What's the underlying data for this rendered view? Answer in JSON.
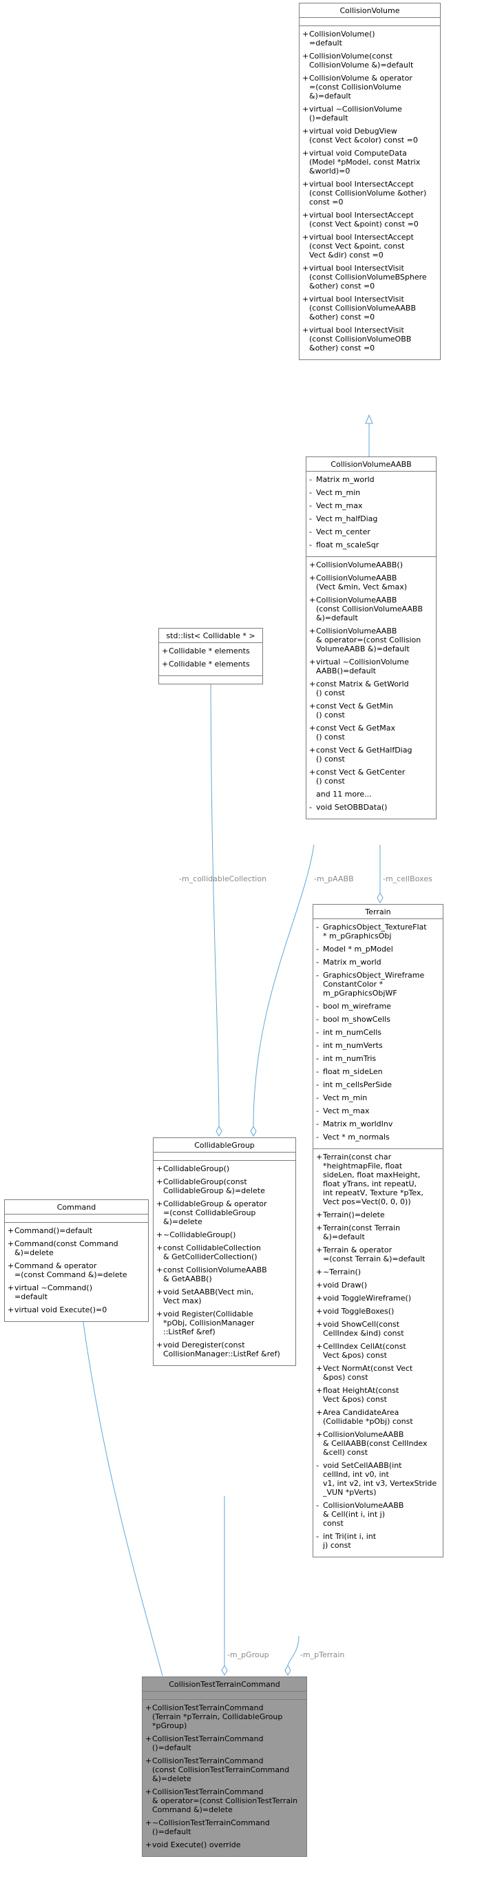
{
  "colors": {
    "edge": "#63a6d6",
    "box_border": "#7c7c7c",
    "highlight": "#9a9a9a"
  },
  "classes": {
    "collision_volume": {
      "title": "CollisionVolume",
      "attributes": [],
      "methods": [
        {
          "vis": "+",
          "text": "CollisionVolume()\n=default"
        },
        {
          "vis": "+",
          "text": "CollisionVolume(const\nCollisionVolume &)=default"
        },
        {
          "vis": "+",
          "text": "CollisionVolume & operator\n=(const CollisionVolume\n&)=default"
        },
        {
          "vis": "+",
          "text": "virtual ~CollisionVolume\n()=default"
        },
        {
          "vis": "+",
          "text": "virtual void DebugView\n(const Vect &color) const =0"
        },
        {
          "vis": "+",
          "text": "virtual void ComputeData\n(Model *pModel, const Matrix\n&world)=0"
        },
        {
          "vis": "+",
          "text": "virtual bool IntersectAccept\n(const CollisionVolume &other)\nconst =0"
        },
        {
          "vis": "+",
          "text": "virtual bool IntersectAccept\n(const Vect &point) const =0"
        },
        {
          "vis": "+",
          "text": "virtual bool IntersectAccept\n(const Vect &point, const\nVect &dir) const =0"
        },
        {
          "vis": "+",
          "text": "virtual bool IntersectVisit\n(const CollisionVolumeBSphere\n&other) const =0"
        },
        {
          "vis": "+",
          "text": "virtual bool IntersectVisit\n(const CollisionVolumeAABB\n&other) const =0"
        },
        {
          "vis": "+",
          "text": "virtual bool IntersectVisit\n(const CollisionVolumeOBB\n&other) const =0"
        }
      ]
    },
    "collision_volume_aabb": {
      "title": "CollisionVolumeAABB",
      "attributes": [
        {
          "vis": "-",
          "text": "Matrix m_world"
        },
        {
          "vis": "-",
          "text": "Vect m_min"
        },
        {
          "vis": "-",
          "text": "Vect m_max"
        },
        {
          "vis": "-",
          "text": "Vect m_halfDiag"
        },
        {
          "vis": "-",
          "text": "Vect m_center"
        },
        {
          "vis": "-",
          "text": "float m_scaleSqr"
        }
      ],
      "methods": [
        {
          "vis": "+",
          "text": "CollisionVolumeAABB()"
        },
        {
          "vis": "+",
          "text": "CollisionVolumeAABB\n(Vect &min, Vect &max)"
        },
        {
          "vis": "+",
          "text": "CollisionVolumeAABB\n(const CollisionVolumeAABB\n&)=default"
        },
        {
          "vis": "+",
          "text": "CollisionVolumeAABB\n& operator=(const Collision\nVolumeAABB &)=default"
        },
        {
          "vis": "+",
          "text": "virtual ~CollisionVolume\nAABB()=default"
        },
        {
          "vis": "+",
          "text": "const Matrix & GetWorld\n() const"
        },
        {
          "vis": "+",
          "text": "const Vect & GetMin\n() const"
        },
        {
          "vis": "+",
          "text": "const Vect & GetMax\n() const"
        },
        {
          "vis": "+",
          "text": "const Vect & GetHalfDiag\n() const"
        },
        {
          "vis": "+",
          "text": "const Vect & GetCenter\n() const"
        },
        {
          "vis": "",
          "text": "and 11 more..."
        },
        {
          "vis": "-",
          "text": "void SetOBBData()"
        }
      ]
    },
    "std_list": {
      "title": "std::list< Collidable * >",
      "attributes": [
        {
          "vis": "+",
          "text": "Collidable * elements"
        },
        {
          "vis": "+",
          "text": "Collidable * elements"
        }
      ],
      "methods": []
    },
    "terrain": {
      "title": "Terrain",
      "attributes": [
        {
          "vis": "-",
          "text": "GraphicsObject_TextureFlat\n* m_pGraphicsObj"
        },
        {
          "vis": "-",
          "text": "Model * m_pModel"
        },
        {
          "vis": "-",
          "text": "Matrix m_world"
        },
        {
          "vis": "-",
          "text": "GraphicsObject_Wireframe\nConstantColor * m_pGraphicsObjWF"
        },
        {
          "vis": "-",
          "text": "bool m_wireframe"
        },
        {
          "vis": "-",
          "text": "bool m_showCells"
        },
        {
          "vis": "-",
          "text": "int m_numCells"
        },
        {
          "vis": "-",
          "text": "int m_numVerts"
        },
        {
          "vis": "-",
          "text": "int m_numTris"
        },
        {
          "vis": "-",
          "text": "float m_sideLen"
        },
        {
          "vis": "-",
          "text": "int m_cellsPerSide"
        },
        {
          "vis": "-",
          "text": "Vect m_min"
        },
        {
          "vis": "-",
          "text": "Vect m_max"
        },
        {
          "vis": "-",
          "text": "Matrix m_worldInv"
        },
        {
          "vis": "-",
          "text": "Vect * m_normals"
        }
      ],
      "methods": [
        {
          "vis": "+",
          "text": "Terrain(const char\n*heightmapFile, float\nsideLen, float maxHeight,\nfloat yTrans, int repeatU,\nint repeatV, Texture *pTex,\nVect pos=Vect(0, 0, 0))"
        },
        {
          "vis": "+",
          "text": "Terrain()=delete"
        },
        {
          "vis": "+",
          "text": "Terrain(const Terrain\n&)=default"
        },
        {
          "vis": "+",
          "text": "Terrain & operator\n=(const Terrain &)=default"
        },
        {
          "vis": "+",
          "text": "~Terrain()"
        },
        {
          "vis": "+",
          "text": "void Draw()"
        },
        {
          "vis": "+",
          "text": "void ToggleWireframe()"
        },
        {
          "vis": "+",
          "text": "void ToggleBoxes()"
        },
        {
          "vis": "+",
          "text": "void ShowCell(const\nCellIndex &ind) const"
        },
        {
          "vis": "+",
          "text": "CellIndex CellAt(const\nVect &pos) const"
        },
        {
          "vis": "+",
          "text": "Vect NormAt(const Vect\n&pos) const"
        },
        {
          "vis": "+",
          "text": "float HeightAt(const\nVect &pos) const"
        },
        {
          "vis": "+",
          "text": "Area CandidateArea\n(Collidable *pObj) const"
        },
        {
          "vis": "+",
          "text": "CollisionVolumeAABB\n& CellAABB(const CellIndex\n&cell) const"
        },
        {
          "vis": "-",
          "text": "void SetCellAABB(int\ncellInd, int v0, int\nv1, int v2, int v3, VertexStride\n_VUN *pVerts)"
        },
        {
          "vis": "-",
          "text": "CollisionVolumeAABB\n& Cell(int i, int j)\nconst"
        },
        {
          "vis": "-",
          "text": "int Tri(int i, int\nj) const"
        }
      ]
    },
    "collidable_group": {
      "title": "CollidableGroup",
      "attributes": [],
      "methods": [
        {
          "vis": "+",
          "text": "CollidableGroup()"
        },
        {
          "vis": "+",
          "text": "CollidableGroup(const\nCollidableGroup &)=delete"
        },
        {
          "vis": "+",
          "text": "CollidableGroup & operator\n=(const CollidableGroup\n&)=delete"
        },
        {
          "vis": "+",
          "text": "~CollidableGroup()"
        },
        {
          "vis": "+",
          "text": "const CollidableCollection\n& GetColliderCollection()"
        },
        {
          "vis": "+",
          "text": "const CollisionVolumeAABB\n& GetAABB()"
        },
        {
          "vis": "+",
          "text": "void SetAABB(Vect min,\nVect max)"
        },
        {
          "vis": "+",
          "text": "void Register(Collidable\n*pObj, CollisionManager\n::ListRef &ref)"
        },
        {
          "vis": "+",
          "text": "void Deregister(const\nCollisionManager::ListRef &ref)"
        }
      ]
    },
    "command": {
      "title": "Command",
      "attributes": [],
      "methods": [
        {
          "vis": "+",
          "text": "Command()=default"
        },
        {
          "vis": "+",
          "text": "Command(const Command\n&)=delete"
        },
        {
          "vis": "+",
          "text": "Command & operator\n=(const Command &)=delete"
        },
        {
          "vis": "+",
          "text": "virtual ~Command()\n=default"
        },
        {
          "vis": "+",
          "text": "virtual void Execute()=0"
        }
      ]
    },
    "collision_test_terrain_command": {
      "title": "CollisionTestTerrainCommand",
      "attributes": [],
      "methods": [
        {
          "vis": "+",
          "text": "CollisionTestTerrainCommand\n(Terrain *pTerrain, CollidableGroup\n*pGroup)"
        },
        {
          "vis": "+",
          "text": "CollisionTestTerrainCommand\n()=default"
        },
        {
          "vis": "+",
          "text": "CollisionTestTerrainCommand\n(const CollisionTestTerrainCommand\n&)=delete"
        },
        {
          "vis": "+",
          "text": "CollisionTestTerrainCommand\n& operator=(const CollisionTestTerrain\nCommand &)=delete"
        },
        {
          "vis": "+",
          "text": "~CollisionTestTerrainCommand\n()=default"
        },
        {
          "vis": "+",
          "text": "void Execute() override"
        }
      ]
    }
  },
  "edge_labels": {
    "collidable_collection": "-m_collidableCollection",
    "aabb": "-m_pAABB",
    "cell_boxes": "-m_cellBoxes",
    "group": "-m_pGroup",
    "terrain": "-m_pTerrain"
  }
}
